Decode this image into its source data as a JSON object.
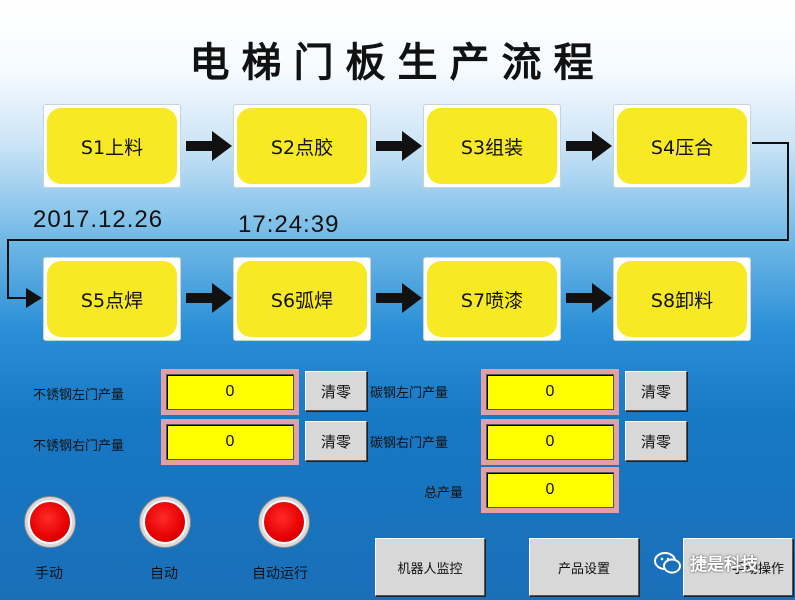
{
  "title": "电梯门板生产流程",
  "steps": [
    {
      "label": "S1上料"
    },
    {
      "label": "S2点胶"
    },
    {
      "label": "S3组装"
    },
    {
      "label": "S4压合"
    },
    {
      "label": "S5点焊"
    },
    {
      "label": "S6弧焊"
    },
    {
      "label": "S7喷漆"
    },
    {
      "label": "S8卸料"
    }
  ],
  "clock": {
    "date": "2017.12.26",
    "time": "17:24:39"
  },
  "counters": {
    "ss_left": {
      "label": "不锈钢左门产量",
      "value": "0",
      "clear": "清零"
    },
    "ss_right": {
      "label": "不锈钢右门产量",
      "value": "0",
      "clear": "清零"
    },
    "cs_left": {
      "label": "碳钢左门产量",
      "value": "0",
      "clear": "清零"
    },
    "cs_right": {
      "label": "碳钢右门产量",
      "value": "0",
      "clear": "清零"
    },
    "total": {
      "label": "总产量",
      "value": "0"
    }
  },
  "indicators": [
    {
      "label": "手动",
      "color": "#e60000"
    },
    {
      "label": "自动",
      "color": "#e60000"
    },
    {
      "label": "自动运行",
      "color": "#e60000"
    }
  ],
  "nav_buttons": {
    "robot_monitor": "机器人监控",
    "product_settings": "产品设置",
    "manual_operation": "手动操作"
  },
  "watermark": "捷是科技",
  "colors": {
    "step_fill": "#f7e924",
    "field_fill": "#ffff00",
    "field_border": "#e2a0a6",
    "lamp_red": "#e60000"
  }
}
